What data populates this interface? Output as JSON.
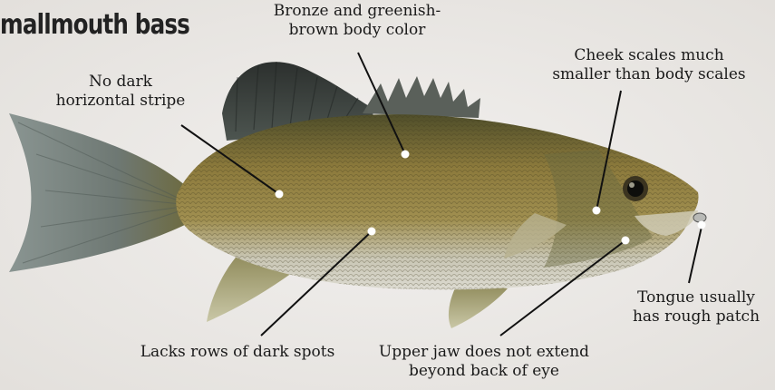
{
  "title": "mallmouth bass",
  "labels": {
    "body_color": [
      "Bronze and greenish-",
      "brown body color"
    ],
    "stripe": [
      "No dark",
      "horizontal stripe"
    ],
    "cheek": [
      "Cheek scales much",
      "smaller than body scales"
    ],
    "tongue": [
      "Tongue usually",
      "has rough patch"
    ],
    "spots": [
      "Lacks rows of dark spots"
    ],
    "jaw": [
      "Upper jaw does not extend",
      "beyond back of eye"
    ]
  },
  "colors": {
    "background": "#ece9e6",
    "body_bronze": "#8c7a3c",
    "body_green": "#6e6a36",
    "belly": "#d8d6c8",
    "fin_dark": "#3a3f3c",
    "fin_gray": "#76817e",
    "leader_line": "#111111"
  }
}
